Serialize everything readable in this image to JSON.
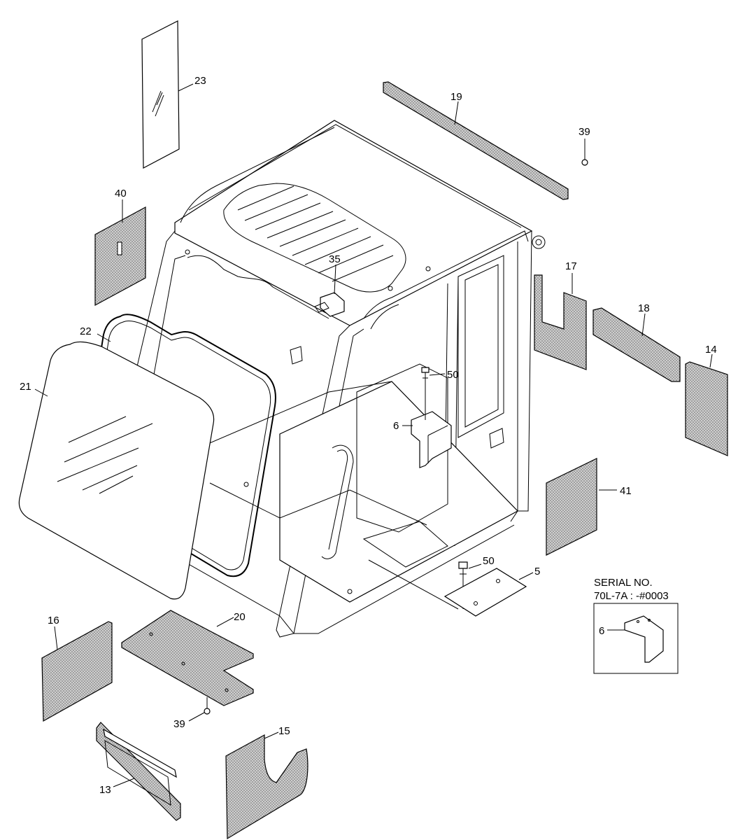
{
  "callouts": {
    "c23": "23",
    "c19": "19",
    "c39a": "39",
    "c40": "40",
    "c35": "35",
    "c17": "17",
    "c18": "18",
    "c14": "14",
    "c22": "22",
    "c21": "21",
    "c50a": "50",
    "c6a": "6",
    "c41": "41",
    "c50b": "50",
    "c5": "5",
    "c16": "16",
    "c20": "20",
    "c39b": "39",
    "c13": "13",
    "c15": "15",
    "c6b": "6"
  },
  "serial_box": {
    "line1": "SERIAL NO.",
    "line2": "70L-7A : -#0003"
  }
}
